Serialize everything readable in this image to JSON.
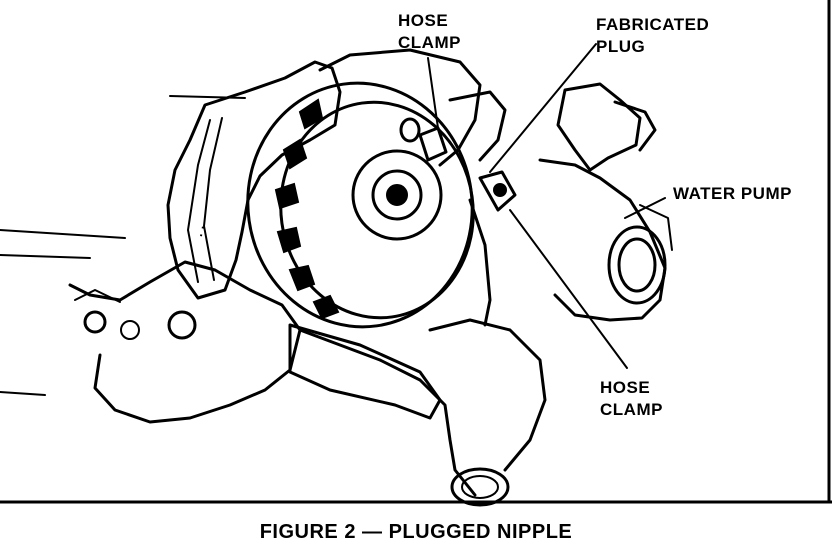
{
  "labels": {
    "hose_clamp_top": [
      "HOSE",
      "CLAMP"
    ],
    "fabricated_plug": [
      "FABRICATED",
      "PLUG"
    ],
    "water_pump": "WATER PUMP",
    "hose_clamp_bottom": [
      "HOSE",
      "CLAMP"
    ]
  },
  "caption": "FIGURE 2 — PLUGGED NIPPLE"
}
